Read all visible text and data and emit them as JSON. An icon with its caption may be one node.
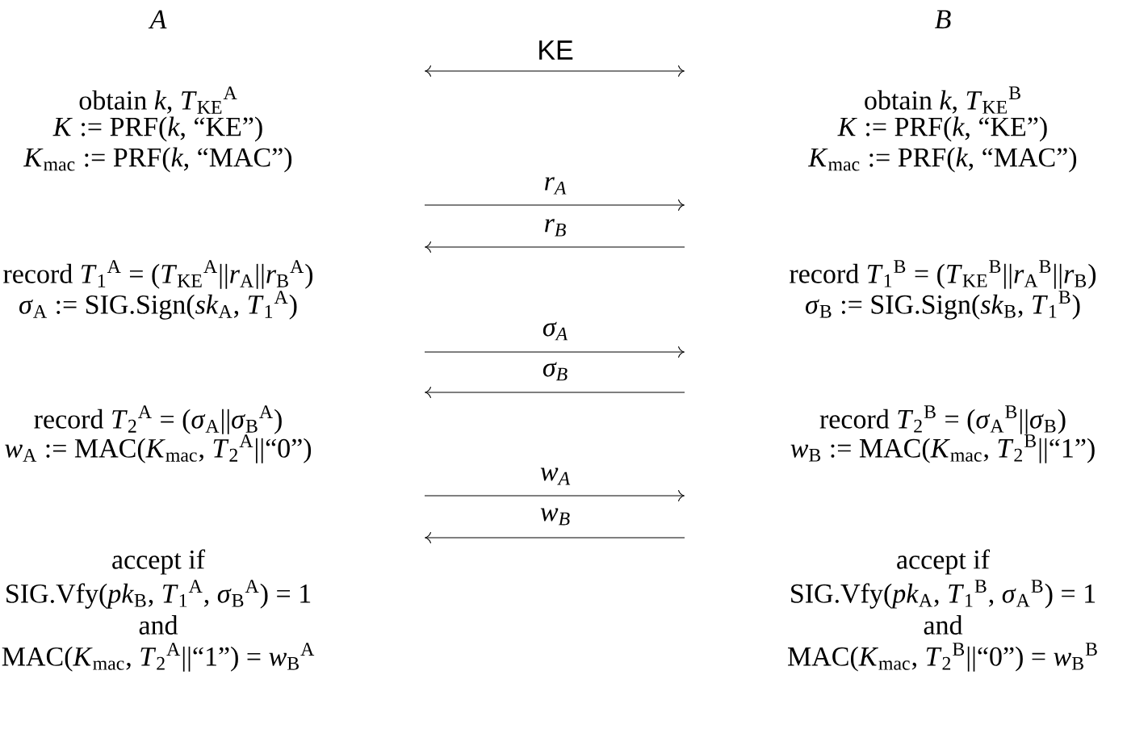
{
  "diagram": {
    "labels": [
      "A",
      "B",
      "KE",
      "obtain *k*, *T*$_{KE}$$^{A}$",
      "obtain *k*, *T*$_{KE}$$^{B}$",
      "*K* := PRF(*k*, “KE”)",
      "*K* := PRF(*k*, “KE”)",
      "*K*$_{mac}$ := PRF(*k*, “MAC”)",
      "*K*$_{mac}$ := PRF(*k*, “MAC”)",
      "r$_{A}$",
      "r$_{B}$",
      "record *T*$_{1}$$^{A}$ = (*T*$_{KE}$$^{A}$||*r*$_{A}$||*r*$_{B}$$^{A}$)",
      "record *T*$_{1}$$^{B}$ = (*T*$_{KE}$$^{B}$||*r*$_{A}$$^{B}$||*r*$_{B}$)",
      "*σ*$_{A}$ := SIG.Sign(*sk*$_{A}$, *T*$_{1}$$^{A}$)",
      "*σ*$_{B}$ := SIG.Sign(*sk*$_{B}$, *T*$_{1}$$^{B}$)",
      "σ$_{A}$",
      "σ$_{B}$",
      "record *T*$_{2}$$^{A}$ = (*σ*$_{A}$||*σ*$_{B}$$^{A}$)",
      "record *T*$_{2}$$^{B}$ = (*σ*$_{A}$$^{B}$||*σ*$_{B}$)",
      "*w*$_{A}$ := MAC(*K*$_{mac}$, *T*$_{2}$$^{A}$||“0”)",
      "*w*$_{B}$ := MAC(*K*$_{mac}$, *T*$_{2}$$^{B}$||“1”)",
      "w$_{A}$",
      "w$_{B}$",
      "accept if",
      "accept if",
      "SIG.Vfy(*pk*$_{B}$, *T*$_{1}$$^{A}$, *σ*$_{B}$$^{A}$) = 1",
      "SIG.Vfy(*pk*$_{A}$, *T*$_{1}$$^{B}$, *σ*$_{A}$$^{B}$) = 1",
      "and",
      "and",
      "MAC(*K*$_{mac}$, *T*$_{2}$$^{A}$||“1”) = *w*$_{B}$$^{A}$",
      "MAC(*K*$_{mac}$, *T*$_{2}$$^{B}$||“0”) = *w*$_{B}$$^{B}$"
    ]
  }
}
